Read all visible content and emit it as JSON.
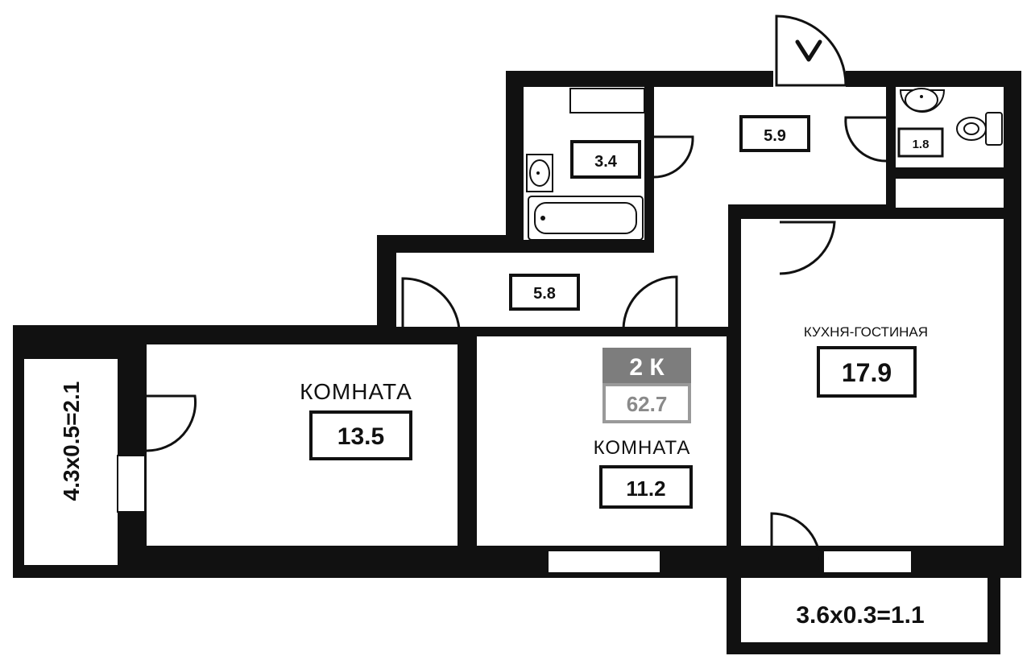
{
  "colors": {
    "wall": "#111111",
    "paper": "#ffffff",
    "badge_dark": "#7d7d7d",
    "badge_light": "#9a9a9a"
  },
  "badge": {
    "rooms": "2 К",
    "total_area": "62.7"
  },
  "rooms": {
    "room_large": {
      "label": "КОМНАТА",
      "area": "13.5"
    },
    "room_small": {
      "label": "КОМНАТА",
      "area": "11.2"
    },
    "kitchen_living": {
      "label": "КУХНЯ-ГОСТИНАЯ",
      "area": "17.9"
    },
    "corridor": {
      "area": "5.8"
    },
    "hall": {
      "area": "5.9"
    },
    "bathroom": {
      "area": "3.4"
    },
    "toilet": {
      "area": "1.8"
    }
  },
  "balconies": {
    "left": "4.3х0.5=2.1",
    "bottom": "3.6х0.3=1.1"
  },
  "entrance": {
    "icon": "entrance-chevron-icon"
  }
}
